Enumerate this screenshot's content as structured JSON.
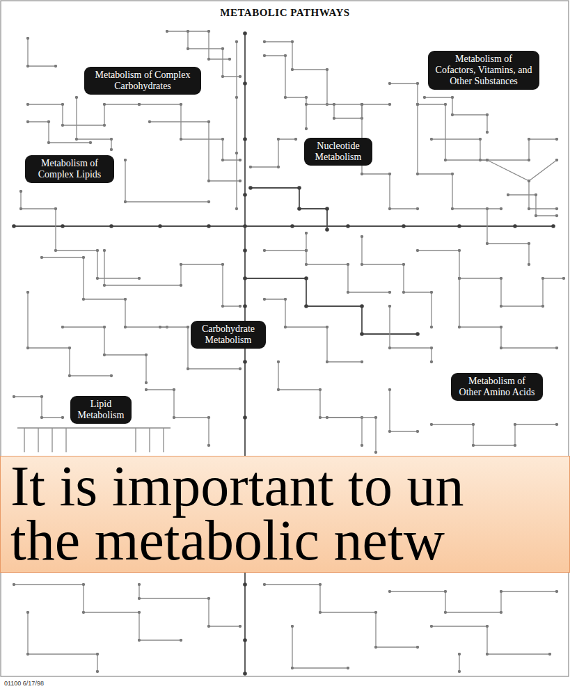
{
  "diagram": {
    "title": "METABOLIC PATHWAYS",
    "nodes": [
      {
        "text": [
          "Metabolism of Complex Carbohydrates"
        ]
      },
      {
        "text": [
          "Metabolism of Cofactors, Vitamins, and Other Substances"
        ]
      },
      {
        "text": [
          "Nucleotide Metabolism"
        ]
      },
      {
        "text": [
          "Metabolism of Complex Lipids"
        ]
      },
      {
        "text": [
          "Carbohydrate Metabolism"
        ]
      },
      {
        "text": [
          "Metabolism of Other Amino Acids"
        ]
      },
      {
        "text": [
          "Lipid Metabolism"
        ]
      },
      {
        "text": [
          "It is important to un the metabolic netw"
        ]
      }
    ],
    "labels": [
      "01100 6/17/98"
    ]
  }
}
